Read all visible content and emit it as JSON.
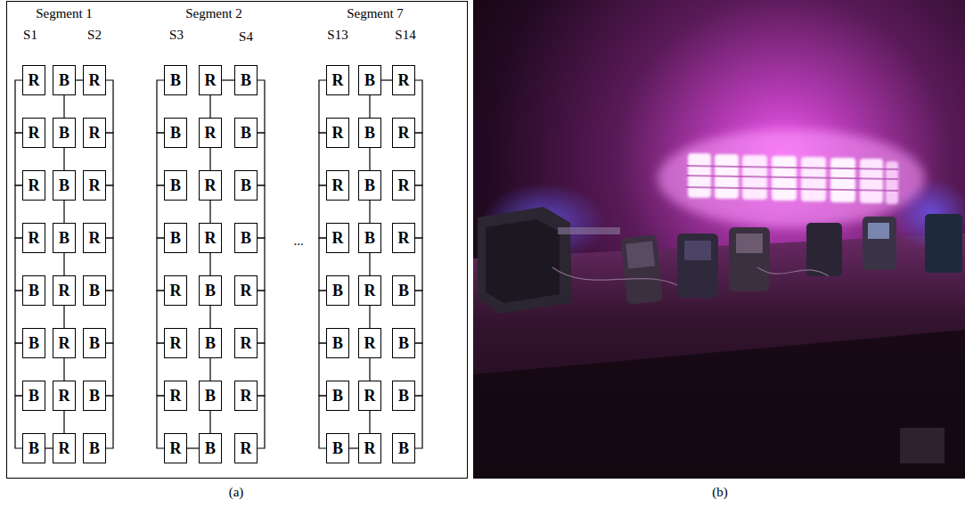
{
  "diagram": {
    "nodes": [
      {
        "text": [
          "R"
        ]
      },
      {
        "text": [
          "B"
        ]
      },
      {
        "text": [
          "R"
        ]
      },
      {
        "text": [
          "R"
        ]
      },
      {
        "text": [
          "B"
        ]
      },
      {
        "text": [
          "R"
        ]
      },
      {
        "text": [
          "R"
        ]
      },
      {
        "text": [
          "B"
        ]
      },
      {
        "text": [
          "R"
        ]
      },
      {
        "text": [
          "R"
        ]
      },
      {
        "text": [
          "B"
        ]
      },
      {
        "text": [
          "R"
        ]
      },
      {
        "text": [
          "B"
        ]
      },
      {
        "text": [
          "R"
        ]
      },
      {
        "text": [
          "B"
        ]
      },
      {
        "text": [
          "B"
        ]
      },
      {
        "text": [
          "R"
        ]
      },
      {
        "text": [
          "B"
        ]
      },
      {
        "text": [
          "B"
        ]
      },
      {
        "text": [
          "R"
        ]
      },
      {
        "text": [
          "B"
        ]
      },
      {
        "text": [
          "B"
        ]
      },
      {
        "text": [
          "R"
        ]
      },
      {
        "text": [
          "B"
        ]
      },
      {
        "text": [
          "B"
        ]
      },
      {
        "text": [
          "R"
        ]
      },
      {
        "text": [
          "B"
        ]
      },
      {
        "text": [
          "B"
        ]
      },
      {
        "text": [
          "R"
        ]
      },
      {
        "text": [
          "B"
        ]
      },
      {
        "text": [
          "B"
        ]
      },
      {
        "text": [
          "R"
        ]
      },
      {
        "text": [
          "B"
        ]
      },
      {
        "text": [
          "B"
        ]
      },
      {
        "text": [
          "R"
        ]
      },
      {
        "text": [
          "B"
        ]
      },
      {
        "text": [
          "R"
        ]
      },
      {
        "text": [
          "B"
        ]
      },
      {
        "text": [
          "R"
        ]
      },
      {
        "text": [
          "R"
        ]
      },
      {
        "text": [
          "B"
        ]
      },
      {
        "text": [
          "R"
        ]
      },
      {
        "text": [
          "R"
        ]
      },
      {
        "text": [
          "B"
        ]
      },
      {
        "text": [
          "R"
        ]
      },
      {
        "text": [
          "R"
        ]
      },
      {
        "text": [
          "B"
        ]
      },
      {
        "text": [
          "R"
        ]
      },
      {
        "text": [
          "R"
        ]
      },
      {
        "text": [
          "B"
        ]
      },
      {
        "text": [
          "R"
        ]
      },
      {
        "text": [
          "R"
        ]
      },
      {
        "text": [
          "B"
        ]
      },
      {
        "text": [
          "R"
        ]
      },
      {
        "text": [
          "R"
        ]
      },
      {
        "text": [
          "B"
        ]
      },
      {
        "text": [
          "R"
        ]
      },
      {
        "text": [
          "R"
        ]
      },
      {
        "text": [
          "B"
        ]
      },
      {
        "text": [
          "R"
        ]
      },
      {
        "text": [
          "B"
        ]
      },
      {
        "text": [
          "R"
        ]
      },
      {
        "text": [
          "B"
        ]
      },
      {
        "text": [
          "B"
        ]
      },
      {
        "text": [
          "R"
        ]
      },
      {
        "text": [
          "B"
        ]
      },
      {
        "text": [
          "B"
        ]
      },
      {
        "text": [
          "R"
        ]
      },
      {
        "text": [
          "B"
        ]
      },
      {
        "text": [
          "B"
        ]
      },
      {
        "text": [
          "R"
        ]
      },
      {
        "text": [
          "B"
        ]
      }
    ],
    "edges": [
      {
        "from": 0,
        "to": 3,
        "arrow": "none"
      },
      {
        "from": 3,
        "to": 6,
        "arrow": "none"
      },
      {
        "from": 6,
        "to": 9,
        "arrow": "none"
      },
      {
        "from": 9,
        "to": 12,
        "arrow": "none"
      },
      {
        "from": 12,
        "to": 15,
        "arrow": "none"
      },
      {
        "from": 15,
        "to": 18,
        "arrow": "none"
      },
      {
        "from": 18,
        "to": 21,
        "arrow": "none"
      },
      {
        "from": 1,
        "to": 4,
        "arrow": "none"
      },
      {
        "from": 4,
        "to": 7,
        "arrow": "none"
      },
      {
        "from": 7,
        "to": 10,
        "arrow": "none"
      },
      {
        "from": 10,
        "to": 13,
        "arrow": "none"
      },
      {
        "from": 13,
        "to": 16,
        "arrow": "none"
      },
      {
        "from": 16,
        "to": 19,
        "arrow": "none"
      },
      {
        "from": 19,
        "to": 22,
        "arrow": "none"
      },
      {
        "from": 2,
        "to": 5,
        "arrow": "none"
      },
      {
        "from": 5,
        "to": 8,
        "arrow": "none"
      },
      {
        "from": 8,
        "to": 11,
        "arrow": "none"
      },
      {
        "from": 11,
        "to": 14,
        "arrow": "none"
      },
      {
        "from": 14,
        "to": 17,
        "arrow": "none"
      },
      {
        "from": 17,
        "to": 20,
        "arrow": "none"
      },
      {
        "from": 20,
        "to": 23,
        "arrow": "none"
      },
      {
        "from": 1,
        "to": 2,
        "arrow": "none"
      },
      {
        "from": 21,
        "to": 22,
        "arrow": "none"
      },
      {
        "from": 24,
        "to": 27,
        "arrow": "none"
      },
      {
        "from": 27,
        "to": 30,
        "arrow": "none"
      },
      {
        "from": 30,
        "to": 33,
        "arrow": "none"
      },
      {
        "from": 33,
        "to": 36,
        "arrow": "none"
      },
      {
        "from": 36,
        "to": 39,
        "arrow": "none"
      },
      {
        "from": 39,
        "to": 42,
        "arrow": "none"
      },
      {
        "from": 42,
        "to": 45,
        "arrow": "none"
      },
      {
        "from": 25,
        "to": 28,
        "arrow": "none"
      },
      {
        "from": 28,
        "to": 31,
        "arrow": "none"
      },
      {
        "from": 31,
        "to": 34,
        "arrow": "none"
      },
      {
        "from": 34,
        "to": 37,
        "arrow": "none"
      },
      {
        "from": 37,
        "to": 40,
        "arrow": "none"
      },
      {
        "from": 40,
        "to": 43,
        "arrow": "none"
      },
      {
        "from": 43,
        "to": 46,
        "arrow": "none"
      },
      {
        "from": 26,
        "to": 29,
        "arrow": "none"
      },
      {
        "from": 29,
        "to": 32,
        "arrow": "none"
      },
      {
        "from": 32,
        "to": 35,
        "arrow": "none"
      },
      {
        "from": 35,
        "to": 38,
        "arrow": "none"
      },
      {
        "from": 38,
        "to": 41,
        "arrow": "none"
      },
      {
        "from": 41,
        "to": 44,
        "arrow": "none"
      },
      {
        "from": 44,
        "to": 47,
        "arrow": "none"
      },
      {
        "from": 25,
        "to": 26,
        "arrow": "none"
      },
      {
        "from": 45,
        "to": 46,
        "arrow": "none"
      },
      {
        "from": 48,
        "to": 51,
        "arrow": "none"
      },
      {
        "from": 51,
        "to": 54,
        "arrow": "none"
      },
      {
        "from": 54,
        "to": 57,
        "arrow": "none"
      },
      {
        "from": 57,
        "to": 60,
        "arrow": "none"
      },
      {
        "from": 60,
        "to": 63,
        "arrow": "none"
      },
      {
        "from": 63,
        "to": 66,
        "arrow": "none"
      },
      {
        "from": 66,
        "to": 69,
        "arrow": "none"
      },
      {
        "from": 49,
        "to": 52,
        "arrow": "none"
      },
      {
        "from": 52,
        "to": 55,
        "arrow": "none"
      },
      {
        "from": 55,
        "to": 58,
        "arrow": "none"
      },
      {
        "from": 58,
        "to": 61,
        "arrow": "none"
      },
      {
        "from": 61,
        "to": 64,
        "arrow": "none"
      },
      {
        "from": 64,
        "to": 67,
        "arrow": "none"
      },
      {
        "from": 67,
        "to": 70,
        "arrow": "none"
      },
      {
        "from": 50,
        "to": 53,
        "arrow": "none"
      },
      {
        "from": 53,
        "to": 56,
        "arrow": "none"
      },
      {
        "from": 56,
        "to": 59,
        "arrow": "none"
      },
      {
        "from": 59,
        "to": 62,
        "arrow": "none"
      },
      {
        "from": 62,
        "to": 65,
        "arrow": "none"
      },
      {
        "from": 65,
        "to": 68,
        "arrow": "none"
      },
      {
        "from": 68,
        "to": 71,
        "arrow": "none"
      },
      {
        "from": 49,
        "to": 50,
        "arrow": "none"
      },
      {
        "from": 69,
        "to": 70,
        "arrow": "none"
      }
    ],
    "labels": [
      "Segment 1",
      "Segment 2",
      "Segment 7",
      "S1",
      "S2",
      "S3",
      "S4",
      "S13",
      "S14",
      "...",
      "(a)",
      "(b)"
    ]
  }
}
